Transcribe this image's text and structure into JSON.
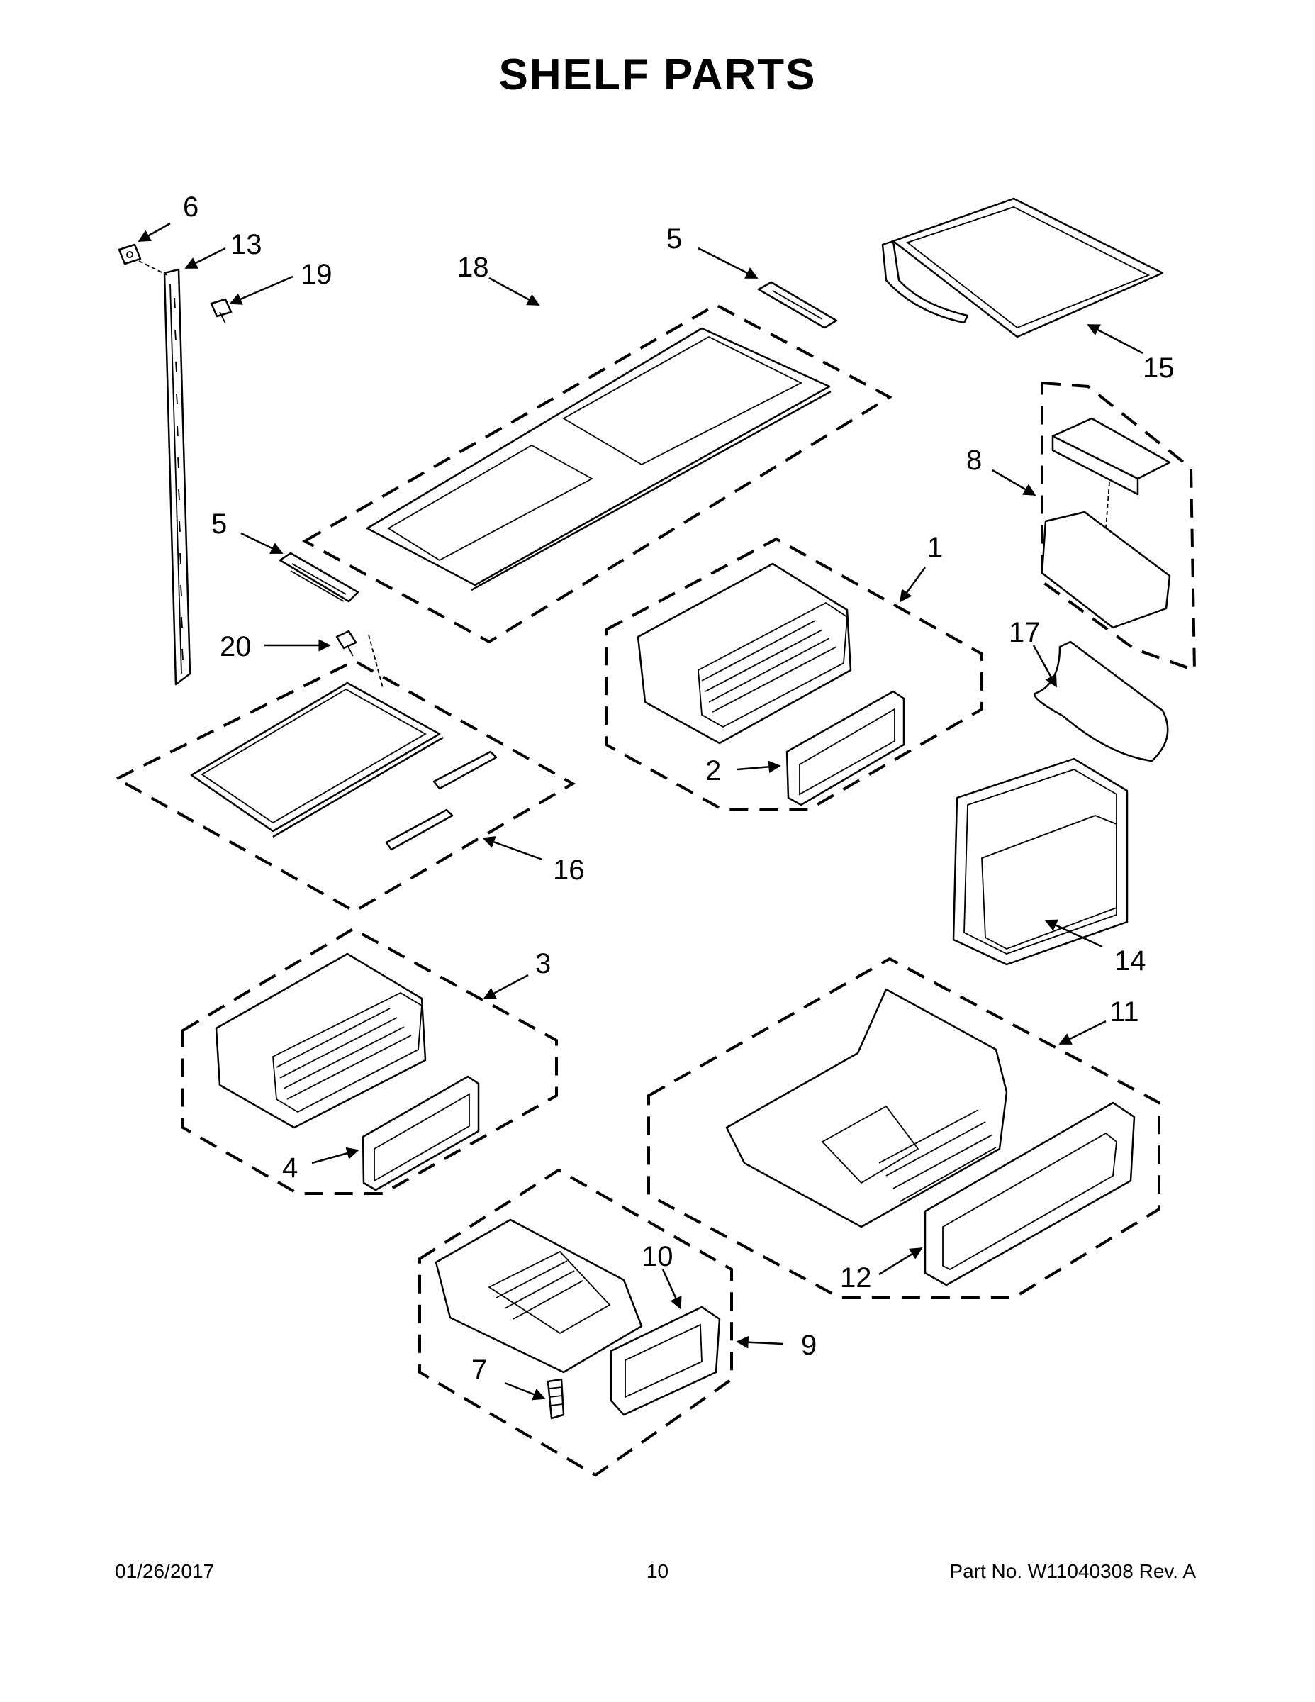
{
  "title": "SHELF PARTS",
  "callouts": {
    "c1": "1",
    "c2": "2",
    "c3": "3",
    "c4": "4",
    "c5a": "5",
    "c5b": "5",
    "c6": "6",
    "c7": "7",
    "c8": "8",
    "c9": "9",
    "c10": "10",
    "c11": "11",
    "c12": "12",
    "c13": "13",
    "c14": "14",
    "c15": "15",
    "c16": "16",
    "c17": "17",
    "c18": "18",
    "c19": "19",
    "c20": "20"
  },
  "footer": {
    "date": "01/26/2017",
    "page": "10",
    "part_number": "Part No.  W11040308  Rev.  A"
  }
}
